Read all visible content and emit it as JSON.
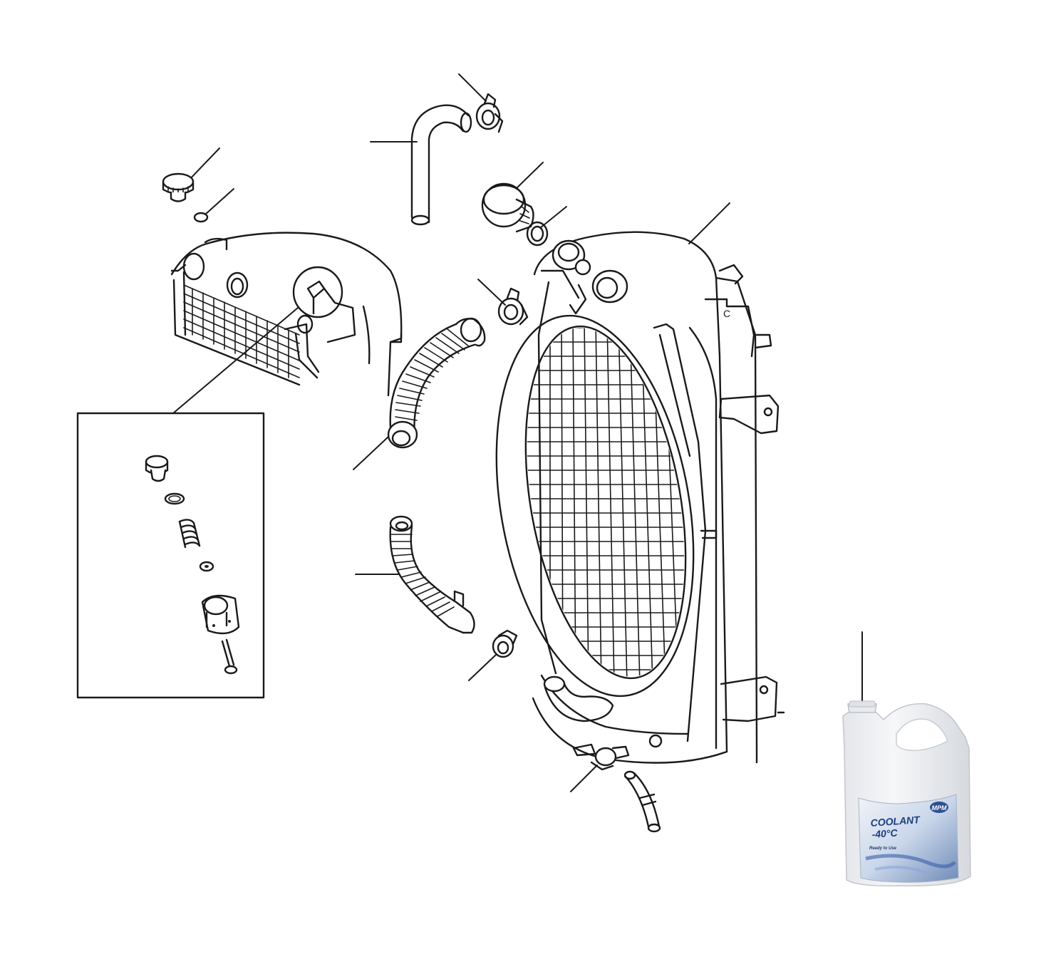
{
  "diagram": {
    "parts": [
      {
        "id": "filler-plug"
      },
      {
        "id": "plug-washer"
      },
      {
        "id": "top-hose"
      },
      {
        "id": "top-hose-clip"
      },
      {
        "id": "radiator-cap"
      },
      {
        "id": "cap-seal"
      },
      {
        "id": "radiator-core"
      },
      {
        "id": "header-tank"
      },
      {
        "id": "hose-clip-left"
      },
      {
        "id": "flexible-hose-upper"
      },
      {
        "id": "flexible-hose-lower"
      },
      {
        "id": "lower-hose-clip"
      },
      {
        "id": "drain-tap"
      },
      {
        "id": "drain-tube"
      },
      {
        "id": "overflow-valve-inset"
      },
      {
        "id": "coolant-container"
      }
    ],
    "inset_detail_parts": [
      "valve-body",
      "o-ring",
      "spring",
      "washer",
      "valve-base",
      "bolt"
    ]
  },
  "coolant_label": {
    "brand": "MPM",
    "line1": "COOLANT",
    "line2": "-40°C",
    "line3": "Ready to Use"
  }
}
